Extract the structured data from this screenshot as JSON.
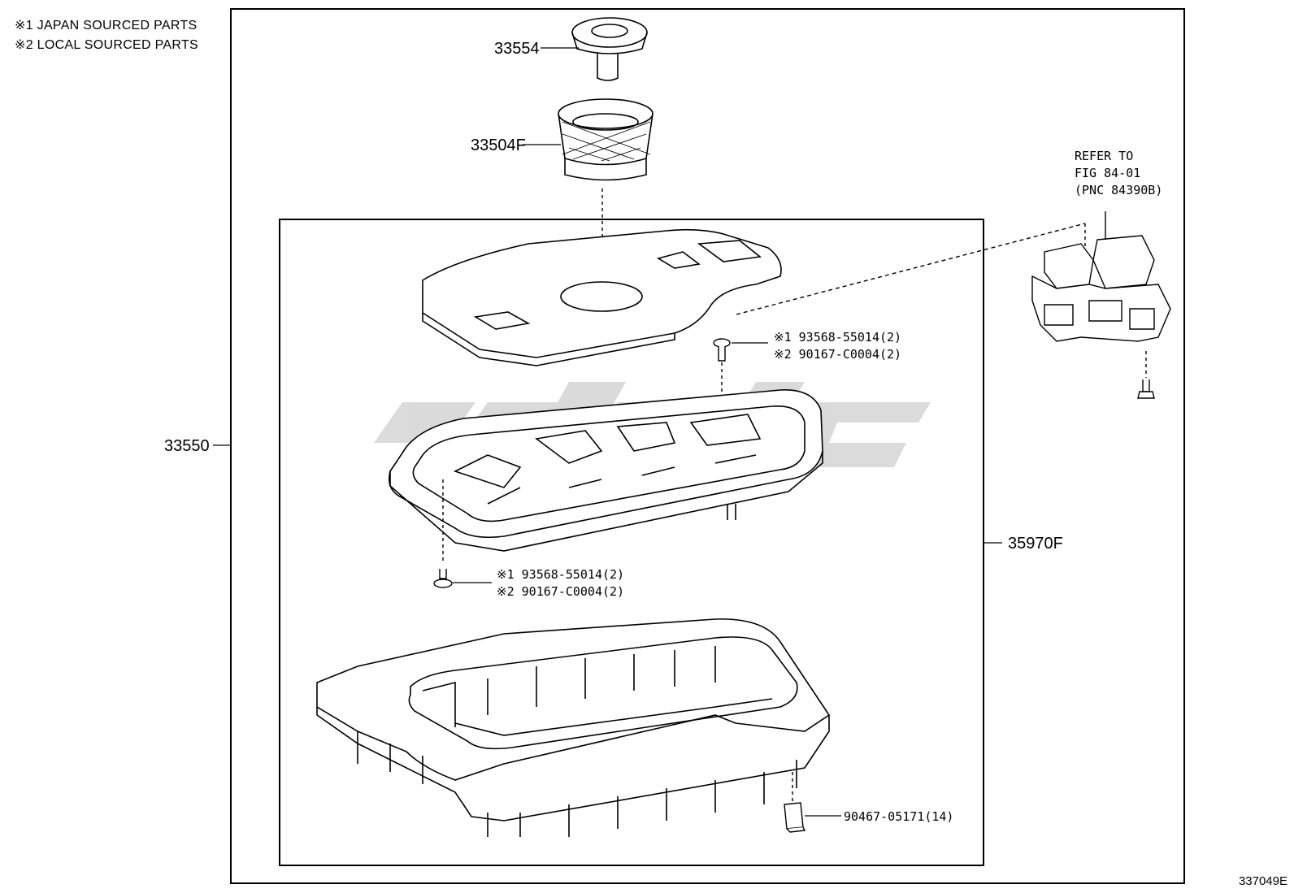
{
  "notes": [
    "※1 JAPAN SOURCED PARTS",
    "※2 LOCAL SOURCED PARTS"
  ],
  "parts": {
    "knob": "33554",
    "boot": "33504F",
    "assembly": "33550",
    "panel": "35970F",
    "clip": "90467-05171(14)"
  },
  "screws_upper": {
    "jp": "※1 93568-55014(2)",
    "local": "※2 90167-C0004(2)"
  },
  "screws_lower": {
    "jp": "※1 93568-55014(2)",
    "local": "※2 90167-C0004(2)"
  },
  "refer": {
    "line1": "REFER TO",
    "line2": "FIG 84-01",
    "line3": "(PNC 84390B)"
  },
  "figure_id": "337049E",
  "colors": {
    "line": "#000000",
    "watermark": "#d9d9d9",
    "background": "#ffffff"
  }
}
